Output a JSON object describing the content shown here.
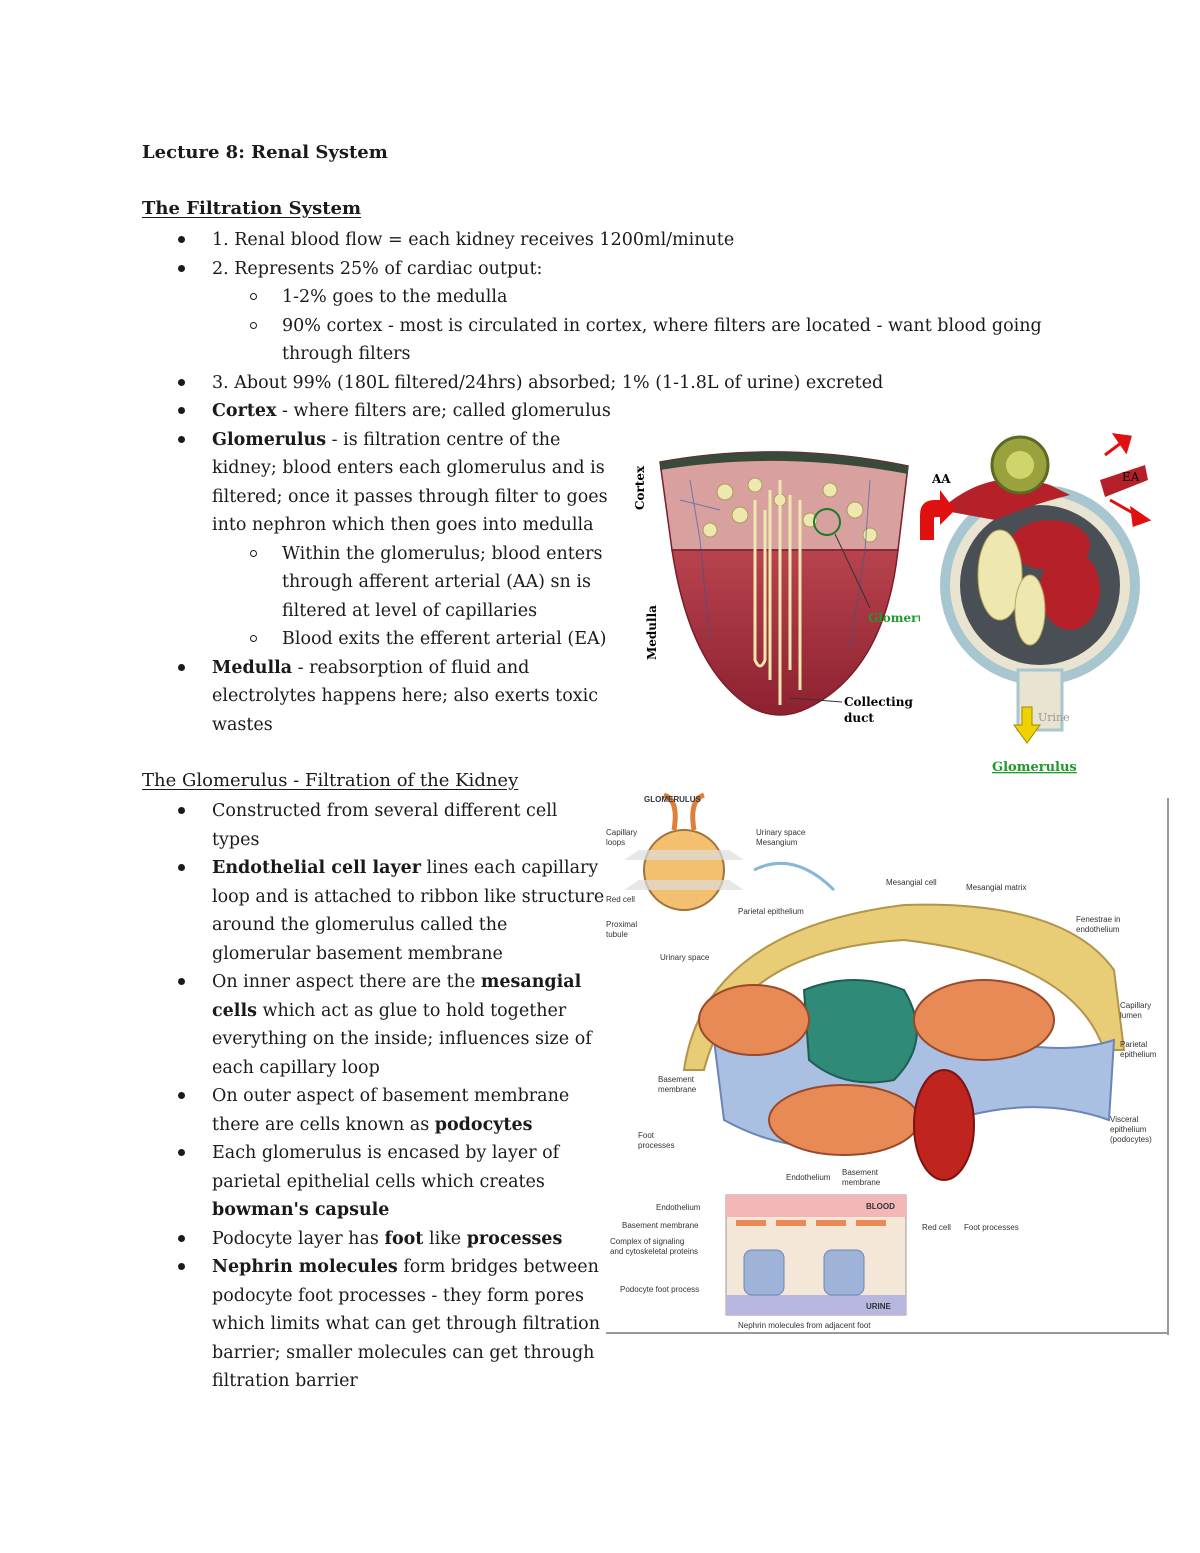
{
  "doc": {
    "title": "Lecture 8: Renal System",
    "section1": {
      "heading": "The Filtration System",
      "items": {
        "i1": "1. Renal blood flow = each kidney receives 1200ml/minute",
        "i2": "2. Represents 25% of cardiac output:",
        "i2a": "1-2% goes to the medulla",
        "i2b1": "90% cortex - most is circulated in cortex, where filters are located - want blood going",
        "i2b2": "through filters",
        "i3": "3. About  99% (180L filtered/24hrs) absorbed; 1% (1-1.8L of urine) excreted",
        "cortex_b": "Cortex",
        "cortex_t": " - where filters are; called glomerulus",
        "glom_b": "Glomerulus",
        "glom_1": " - is filtration centre of the",
        "glom_2": "kidney; blood enters each glomerulus and is",
        "glom_3": "filtered; once it passes through filter to goes",
        "glom_4": "into nephron which then goes into medulla",
        "sub1_1": "Within the glomerulus; blood enters",
        "sub1_2": "through afferent arterial (AA) sn is",
        "sub1_3": "filtered at level of capillaries",
        "sub2": "Blood exits the efferent arterial (EA)",
        "med_b": "Medulla",
        "med_1": " - reabsorption of fluid and",
        "med_2": "electrolytes happens here; also exerts toxic",
        "med_3": "wastes"
      }
    },
    "section2": {
      "heading": "The Glomerulus - Filtration of the Kidney",
      "items": {
        "a1": "Constructed from several different cell",
        "a2": "types",
        "b_b": "Endothelial cell layer",
        "b1": " lines each capillary",
        "b2": "loop and is attached to ribbon like structure",
        "b3": "around the glomerulus called the",
        "b4": "glomerular basement membrane",
        "c1": "On inner aspect there are the ",
        "c_b1": "mesangial",
        "c_b2": "cells",
        "c2": " which act as glue to hold together",
        "c3": "everything on the inside; influences size of",
        "c4": "each capillary loop",
        "d1": "On outer aspect of basement membrane",
        "d2": "there are cells known as ",
        "d_b": "podocytes",
        "e1": "Each glomerulus is encased by layer of",
        "e2": "parietal epithelial cells which creates",
        "e_b": "bowman's capsule",
        "f1": "Podocyte layer has ",
        "f_b1": "foot",
        "f2": " like ",
        "f_b2": "processes",
        "g_b": "Nephrin molecules",
        "g1": " form bridges between",
        "g2": "podocyte foot processes - they form pores",
        "g3": "which limits what can get through filtration",
        "g4": "barrier; smaller molecules can get through",
        "g5": "filtration barrier"
      }
    },
    "fig1": {
      "cortex": "Cortex",
      "medulla": "Medulla",
      "glomerulus": "Glomerulus",
      "collecting1": "Collecting",
      "collecting2": "duct"
    },
    "fig2": {
      "aa": "AA",
      "ea": "EA",
      "urine": "Urine",
      "glomerulus": "Glomerulus"
    },
    "fig3": {
      "glomerulus": "GLOMERULUS",
      "capillary_loops1": "Capillary",
      "capillary_loops2": "loops",
      "urinary_space": "Urinary space",
      "mesangium": "Mesangium",
      "red_cell": "Red cell",
      "proximal1": "Proximal",
      "proximal2": "tubule",
      "urinary_space2": "Urinary space",
      "mesangial_cell": "Mesangial cell",
      "mesangial_matrix": "Mesangial matrix",
      "parietal_epithelium": "Parietal epithelium",
      "fenestrae1": "Fenestrae in",
      "fenestrae2": "endothelium",
      "capillary_lumen1": "Capillary",
      "capillary_lumen2": "lumen",
      "parietal2a": "Parietal",
      "parietal2b": "epithelium",
      "basement1": "Basement",
      "basement2": "membrane",
      "visceral1": "Visceral",
      "visceral2": "epithelium",
      "visceral3": "(podocytes)",
      "foot1": "Foot",
      "foot2": "processes",
      "endothelium": "Endothelium",
      "basement_mem_a": "Basement",
      "basement_mem_b": "membrane",
      "endothelium2": "Endothelium",
      "basement_membrane": "Basement membrane",
      "complex1": "Complex of signaling",
      "complex2": "and cytoskeletal proteins",
      "podocyte_foot": "Podocyte foot process",
      "blood": "BLOOD",
      "urine": "URINE",
      "red_cell2": "Red cell",
      "foot_processes": "Foot processes",
      "nephrin": "Nephrin molecules from adjacent foot"
    }
  }
}
